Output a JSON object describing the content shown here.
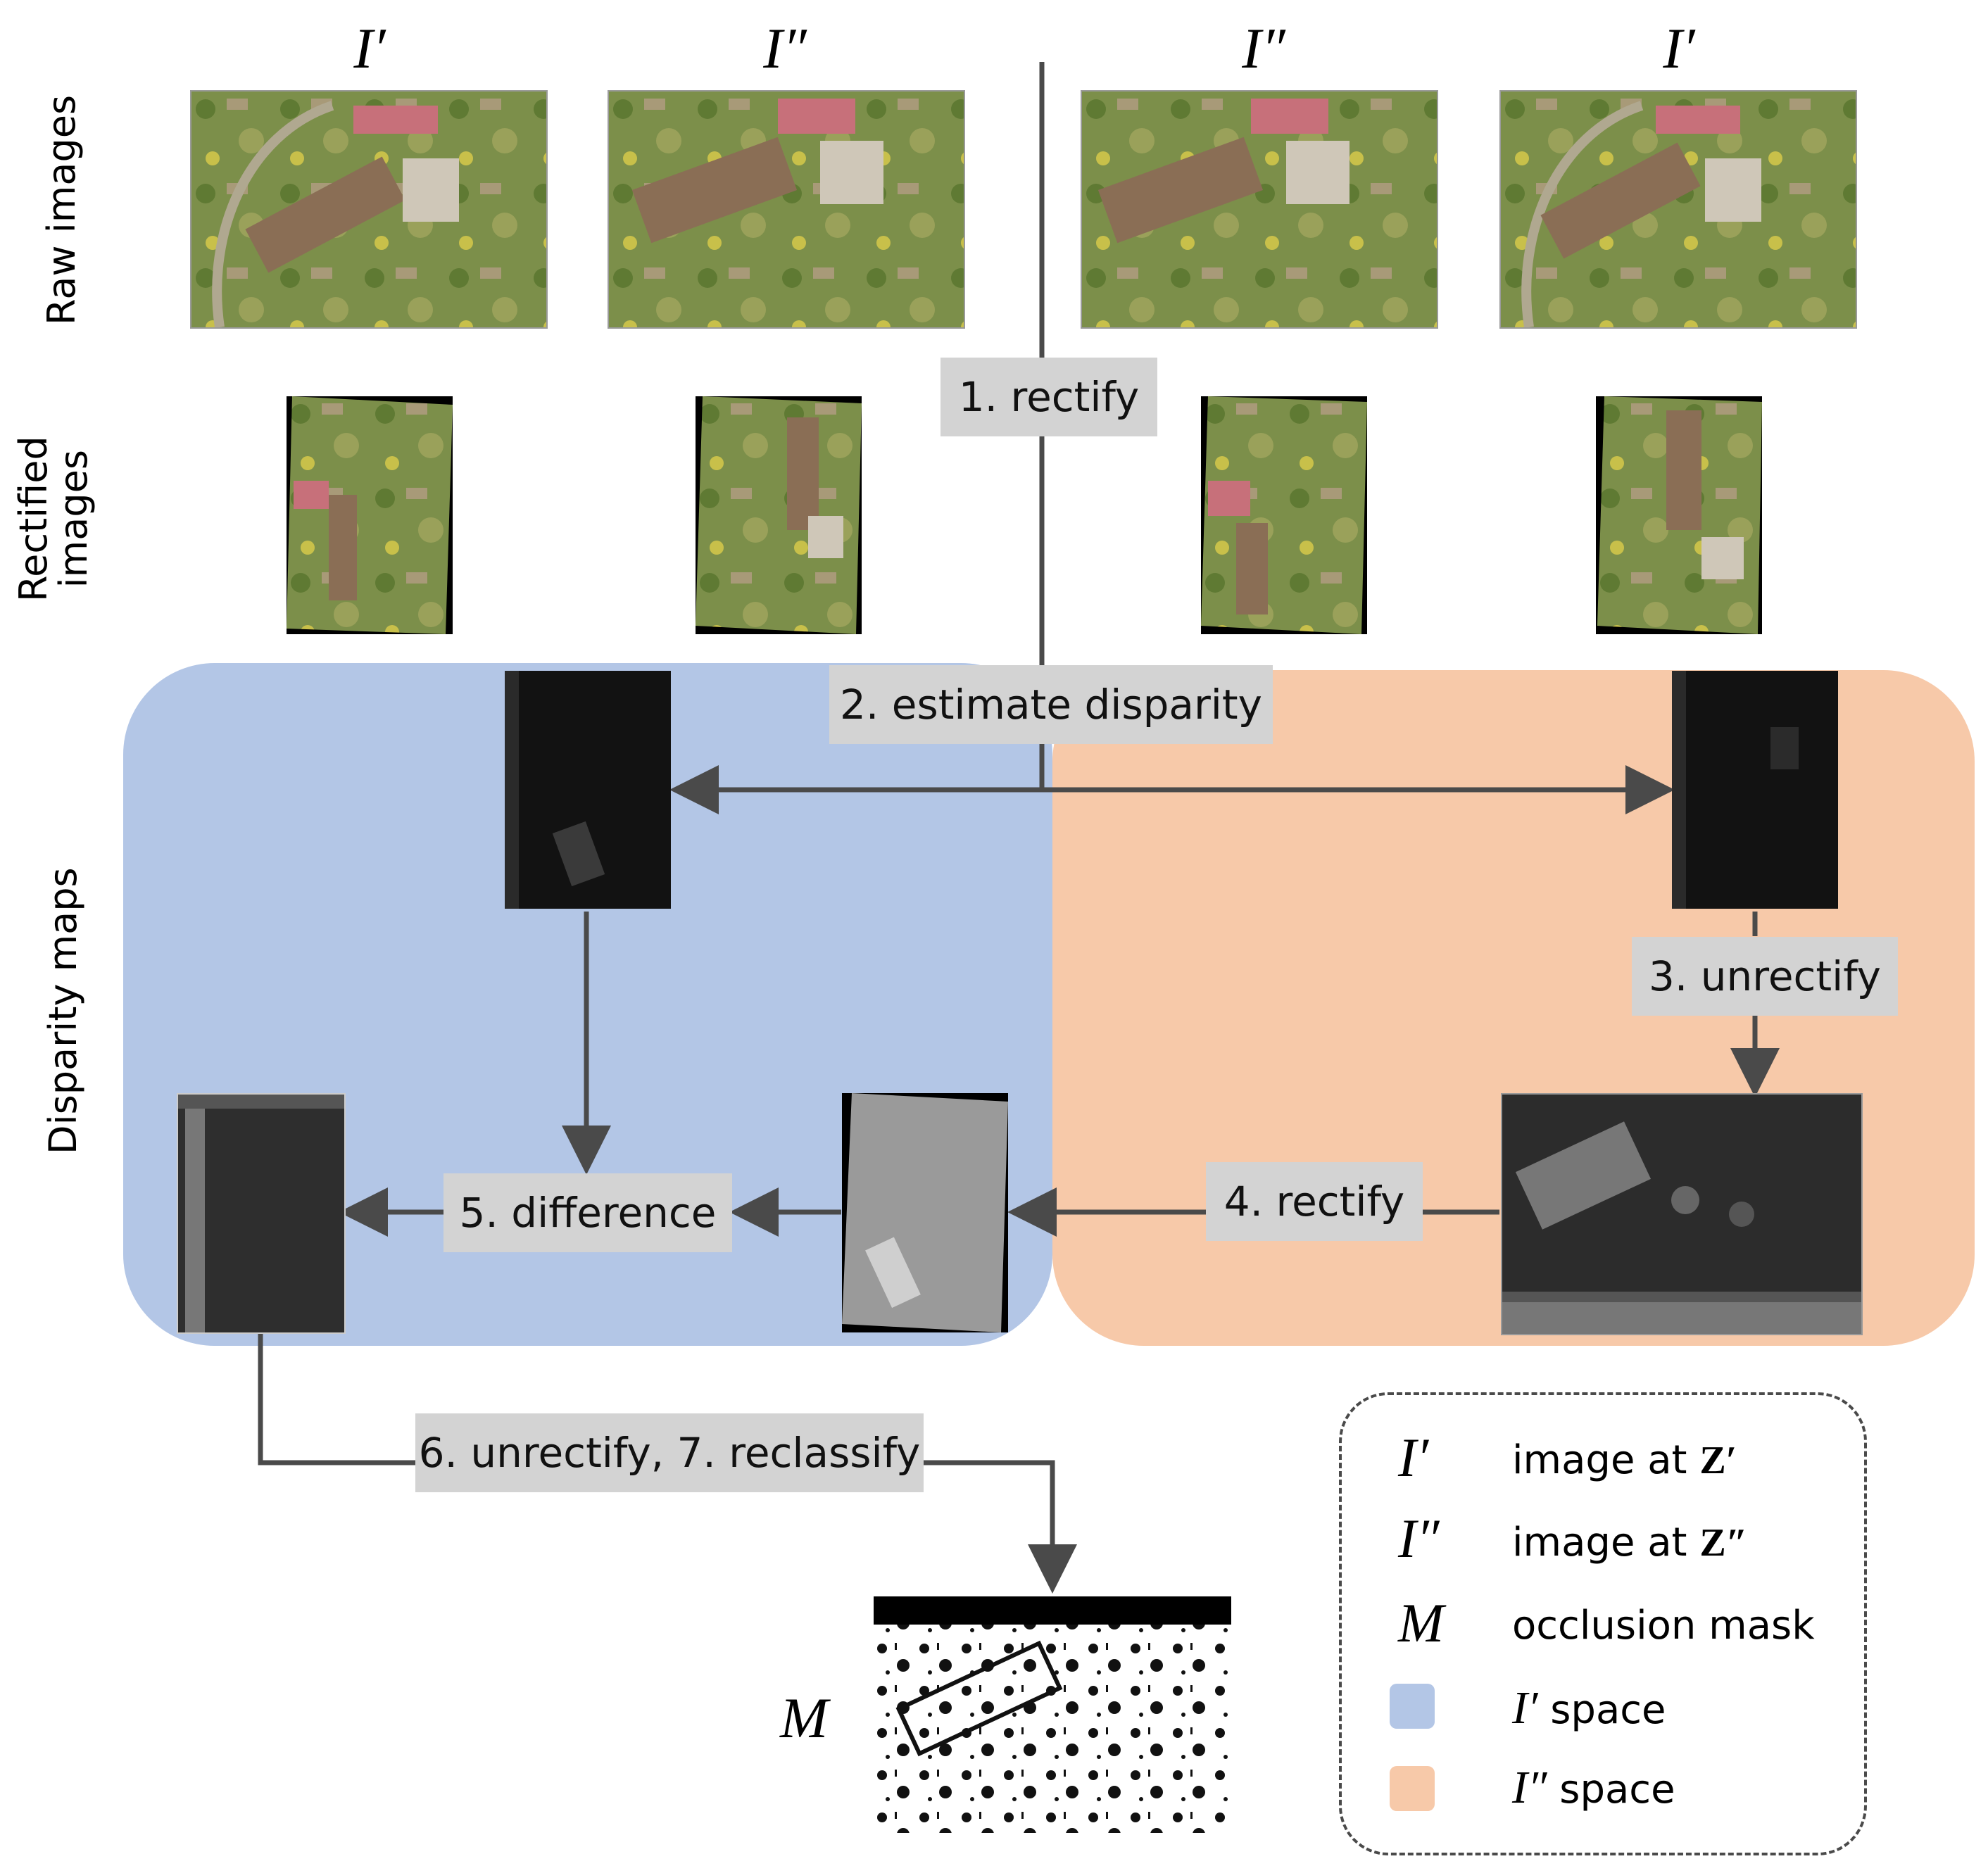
{
  "columns": {
    "c1": "I′",
    "c2": "I″",
    "c3": "I″",
    "c4": "I′"
  },
  "rows": {
    "raw": "Raw images",
    "rectified_line1": "Rectified",
    "rectified_line2": "images",
    "disparity": "Disparity maps"
  },
  "steps": {
    "s1": "1. rectify",
    "s2": "2. estimate disparity",
    "s3": "3. unrectify",
    "s4": "4. rectify",
    "s5": "5. difference",
    "s67": "6. unrectify, 7. reclassify"
  },
  "mask_label": "M",
  "legend": {
    "items": [
      {
        "symbol": "I′",
        "text_prefix": "image at ",
        "text_var": "Z′"
      },
      {
        "symbol": "I″",
        "text_prefix": "image at ",
        "text_var": "Z″"
      },
      {
        "symbol": "M",
        "text": "occlusion mask"
      },
      {
        "swatch": "#b3c6e6",
        "var": "I′",
        "text": " space"
      },
      {
        "swatch": "#f7c9a9",
        "var": "I″",
        "text": " space"
      }
    ]
  },
  "colors": {
    "i_prime_space": "#b3c6e6",
    "i_double_prime_space": "#f7c9a9",
    "step_box": "#d3d3d3",
    "arrow": "#4a4a4a"
  }
}
